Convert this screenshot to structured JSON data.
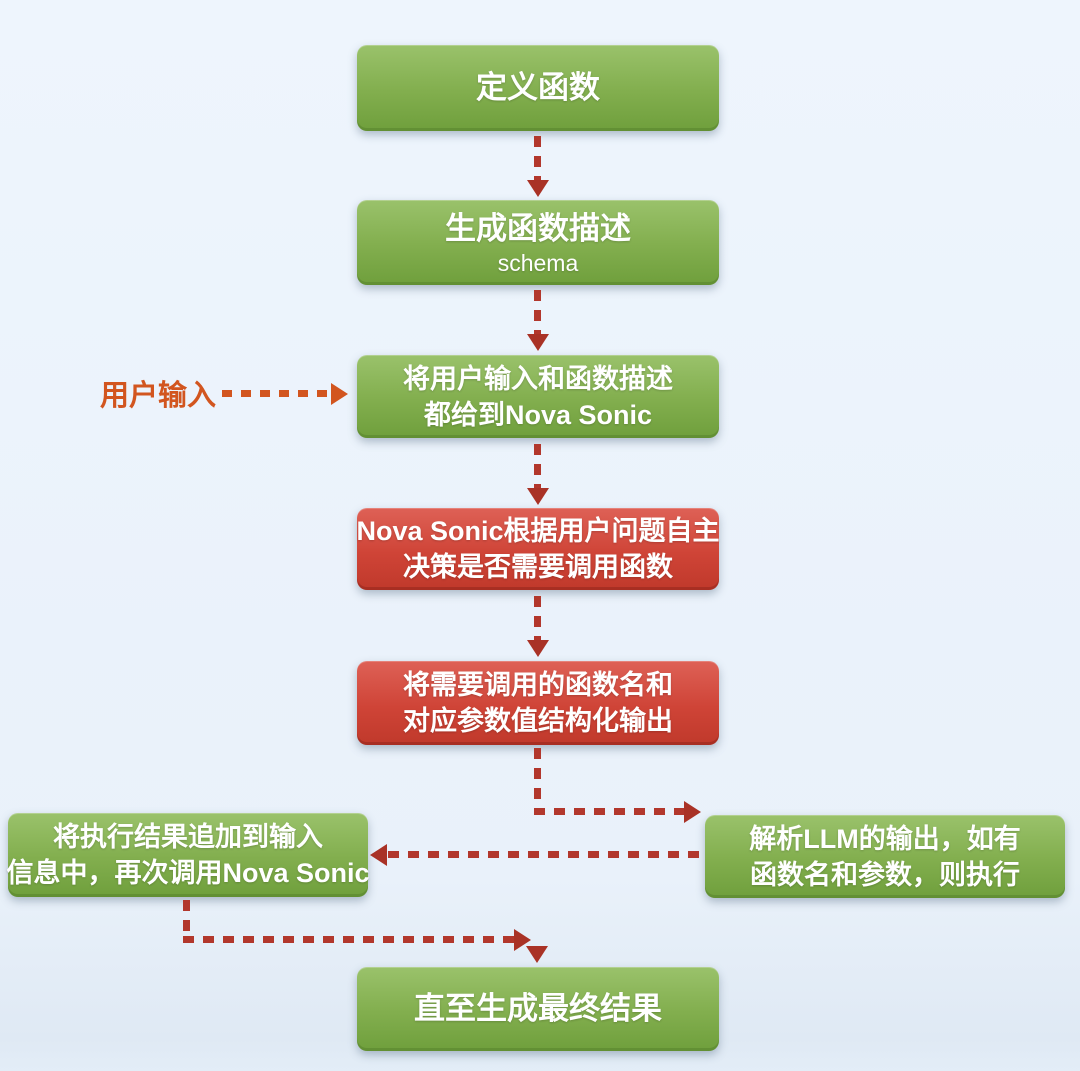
{
  "flow": {
    "kind": "flowchart",
    "external_label": "用户输入",
    "nodes": [
      {
        "id": "define-function",
        "type": "green",
        "lines": [
          "定义函数"
        ]
      },
      {
        "id": "generate-schema",
        "type": "green",
        "lines": [
          "生成函数描述",
          "schema"
        ]
      },
      {
        "id": "send-to-nova-sonic",
        "type": "green",
        "lines": [
          "将用户输入和函数描述",
          "都给到Nova Sonic"
        ]
      },
      {
        "id": "decide-function-call",
        "type": "red",
        "lines": [
          "Nova Sonic根据用户问题自主",
          "决策是否需要调用函数"
        ]
      },
      {
        "id": "structured-output",
        "type": "red",
        "lines": [
          "将需要调用的函数名和",
          "对应参数值结构化输出"
        ]
      },
      {
        "id": "parse-and-execute",
        "type": "green",
        "lines": [
          "解析LLM的输出，如有",
          "函数名和参数，则执行"
        ]
      },
      {
        "id": "append-and-recall",
        "type": "green",
        "lines": [
          "将执行结果追加到输入",
          "信息中，再次调用Nova Sonic"
        ]
      },
      {
        "id": "final-result",
        "type": "green",
        "lines": [
          "直至生成最终结果"
        ]
      }
    ],
    "edges": [
      "define-function → generate-schema",
      "generate-schema → send-to-nova-sonic",
      "用户输入 → send-to-nova-sonic",
      "send-to-nova-sonic → decide-function-call",
      "decide-function-call → structured-output",
      "structured-output → parse-and-execute",
      "parse-and-execute → append-and-recall",
      "append-and-recall → final-result"
    ],
    "colors": {
      "node_green_top": "#9ac26b",
      "node_green_bottom": "#6f9f3c",
      "node_red_top": "#de6156",
      "node_red_bottom": "#c0392b",
      "connector_red": "#b2372c",
      "external_orange": "#d2551f",
      "background": "#eaf2fb",
      "node_text": "#ffffff"
    }
  }
}
